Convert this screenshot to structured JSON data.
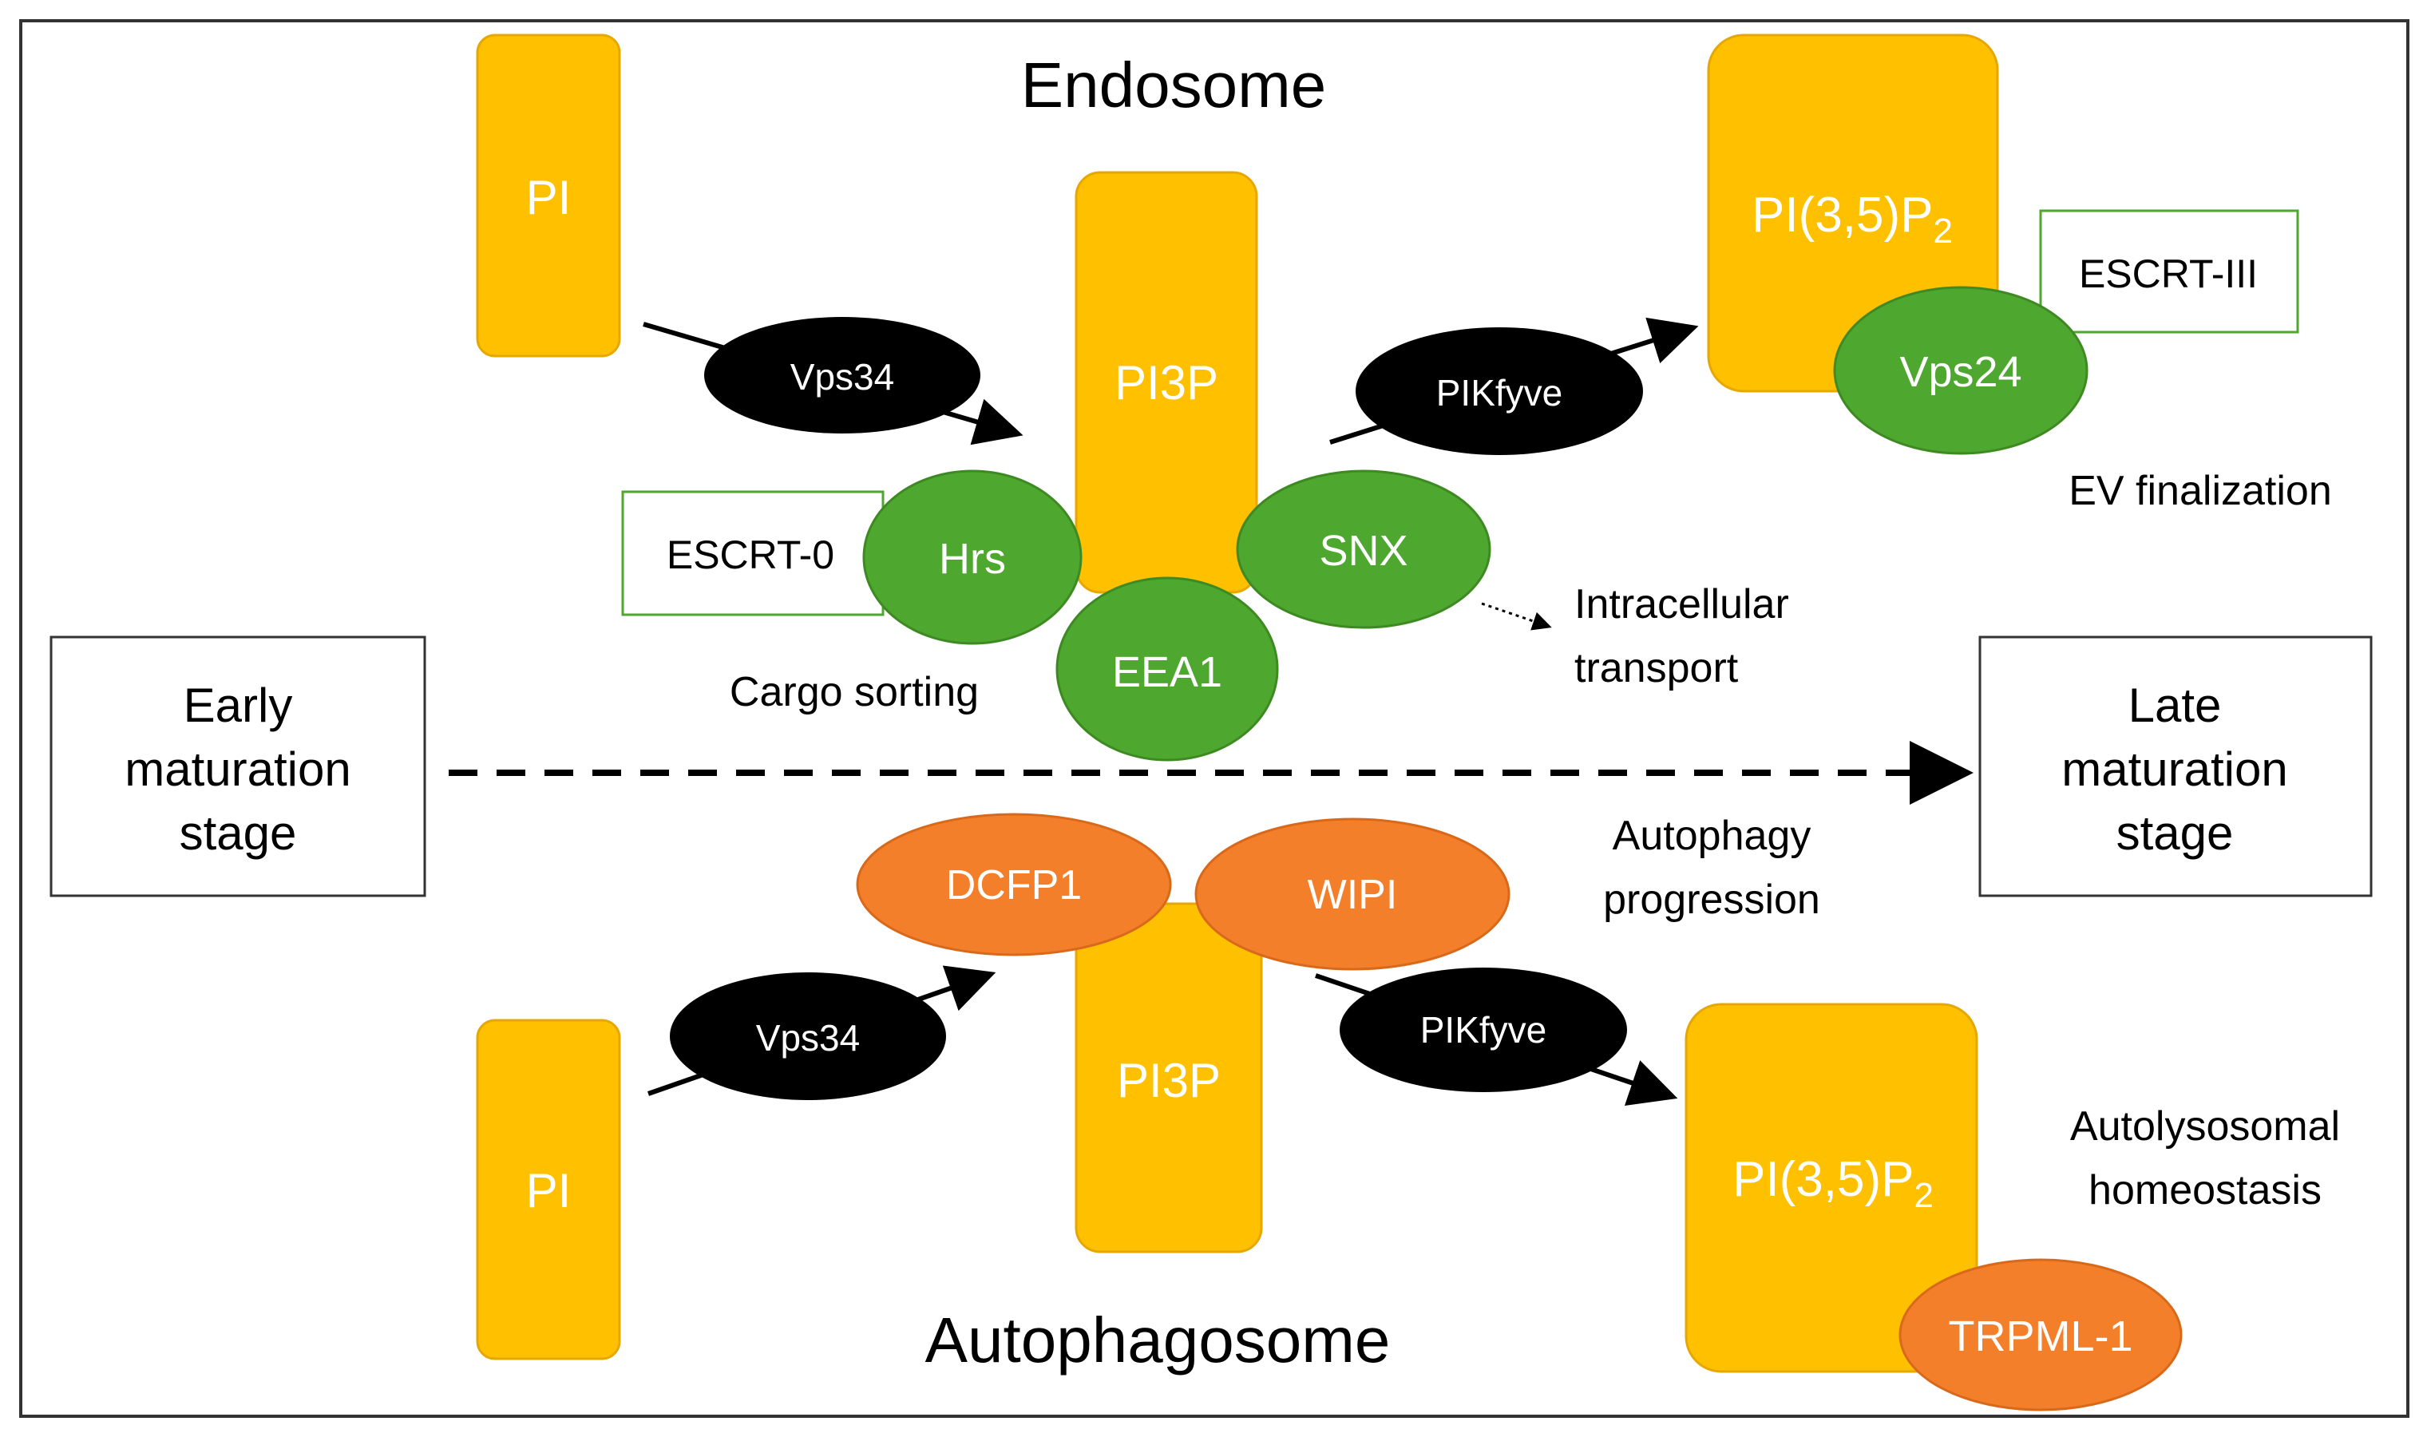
{
  "titles": {
    "top": "Endosome",
    "bottom": "Autophagosome"
  },
  "stages": {
    "early": [
      "Early",
      "maturation",
      "stage"
    ],
    "late": [
      "Late",
      "maturation",
      "stage"
    ]
  },
  "lipids": {
    "pi": "PI",
    "pi3p": "PI3P",
    "pi35p2_main": "PI(3,5)P",
    "pi35p2_sub": "2"
  },
  "enzymes": {
    "vps34": "Vps34",
    "pikfyve": "PIKfyve"
  },
  "proteins": {
    "hrs": "Hrs",
    "eea1": "EEA1",
    "snx": "SNX",
    "vps24": "Vps24",
    "dcfp1": "DCFP1",
    "wipi": "WIPI",
    "trpml1": "TRPML-1"
  },
  "complexes": {
    "escrt0": "ESCRT-0",
    "escrt3": "ESCRT-III"
  },
  "functions": {
    "cargo_sorting": "Cargo sorting",
    "intracellular": [
      "Intracellular",
      "transport"
    ],
    "ev_final": "EV finalization",
    "autophagy": [
      "Autophagy",
      "progression"
    ],
    "autolyso": [
      "Autolysosomal",
      "homeostasis"
    ]
  },
  "colors": {
    "lipid_fill": "#FFC000",
    "lipid_stroke": "#E6A800",
    "protein_green": "#4EA72E",
    "protein_green_stroke": "#3E8A22",
    "protein_orange": "#F47F2A",
    "protein_orange_stroke": "#D9691A",
    "enzyme_black": "#000000",
    "text_on_color": "#ffffff"
  }
}
